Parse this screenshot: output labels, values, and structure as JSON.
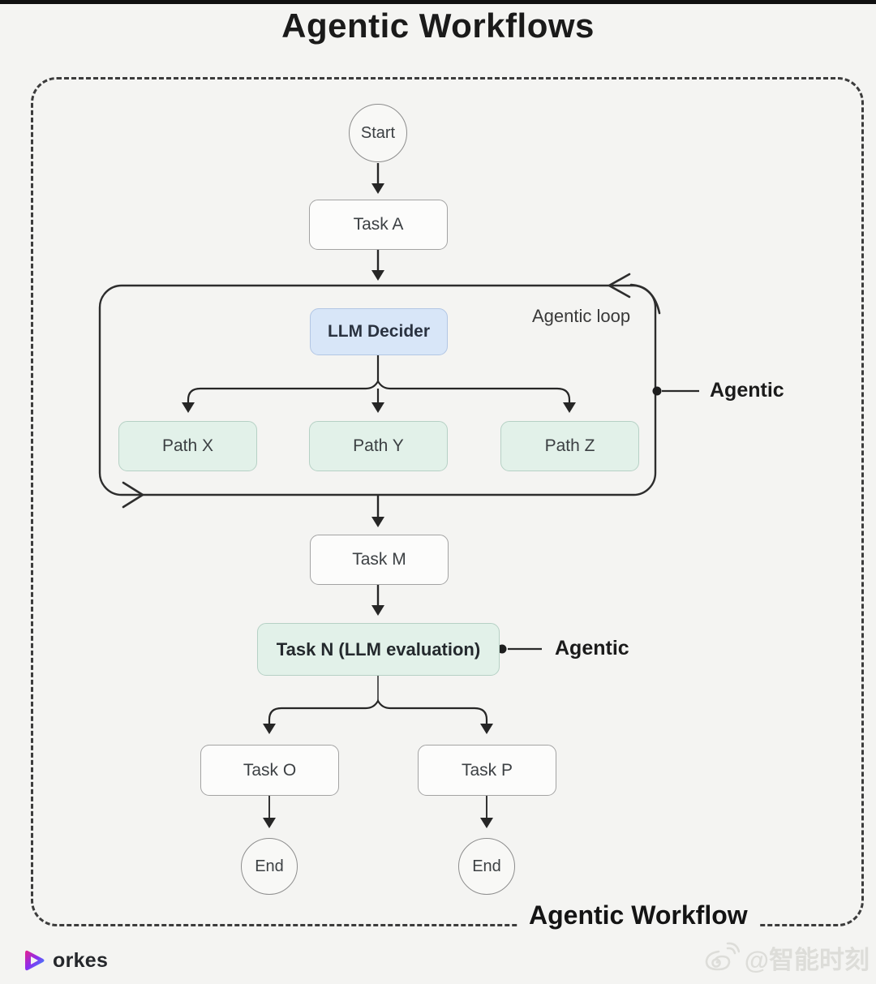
{
  "page": {
    "title": "Agentic Workflows"
  },
  "diagram": {
    "outer_label": "Agentic Workflow",
    "loop_label": "Agentic loop",
    "loop_agentic_label": "Agentic",
    "task_n_agentic_label": "Agentic",
    "nodes": {
      "start": {
        "label": "Start",
        "type": "circle"
      },
      "task_a": {
        "label": "Task A",
        "type": "task"
      },
      "llm_decider": {
        "label": "LLM Decider",
        "type": "llm"
      },
      "path_x": {
        "label": "Path X",
        "type": "agentic-task"
      },
      "path_y": {
        "label": "Path Y",
        "type": "agentic-task"
      },
      "path_z": {
        "label": "Path Z",
        "type": "agentic-task"
      },
      "task_m": {
        "label": "Task M",
        "type": "task"
      },
      "task_n": {
        "label": "Task N (LLM evaluation)",
        "type": "agentic-task"
      },
      "task_o": {
        "label": "Task O",
        "type": "task"
      },
      "task_p": {
        "label": "Task P",
        "type": "task"
      },
      "end_left": {
        "label": "End",
        "type": "circle"
      },
      "end_right": {
        "label": "End",
        "type": "circle"
      }
    },
    "colors": {
      "background": "#f4f4f2",
      "line": "#262626",
      "llm_fill": "#d8e6f8",
      "agentic_fill": "#e2f1e9",
      "dashed_border": "#3c3c3c"
    }
  },
  "footer": {
    "logo_text": "orkes",
    "watermark_text": "@智能时刻"
  }
}
